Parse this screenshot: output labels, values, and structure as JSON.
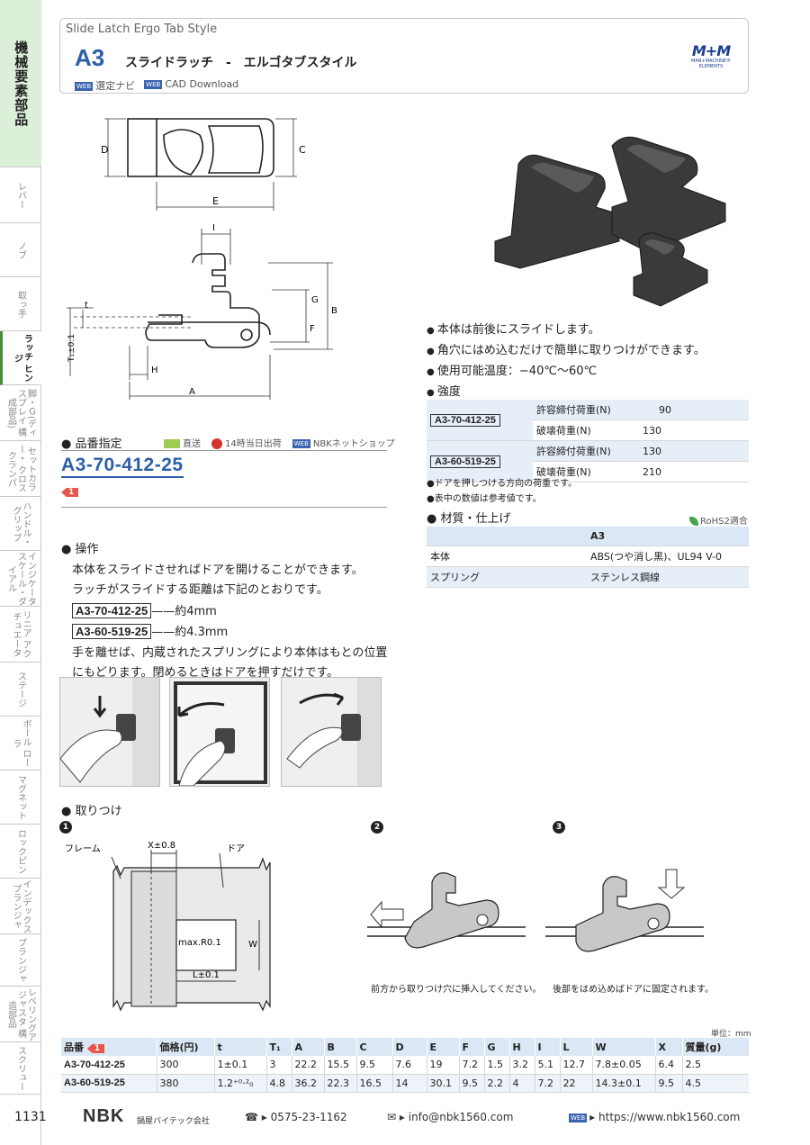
{
  "sidebar": {
    "main": "機械要素部品",
    "tabs": [
      "レバー",
      "ノブ",
      "取っ手",
      "ラッチ ヒンジ",
      "脚・Ｇ(ディスプレイ 構成部品)",
      "セットカラー・ クロスクランパ",
      "ハンドル・ グリップ",
      "インジケータ スケール・ダイアル",
      "リニア アクチュエータ",
      "ステージ",
      "ボール ローラ",
      "マグネット",
      "ロックピン",
      "インデックス プランジャ",
      "プランジャ",
      "レベリングアジャスタ 構造部品",
      "スクリュー"
    ]
  },
  "header": {
    "en_title": "Slide Latch Ergo Tab Style",
    "code": "A3",
    "jp_title": "スライドラッチ　-　エルゴタブスタイル",
    "link1": "選定ナビ",
    "link2": "CAD Download",
    "web": "WEB",
    "logo_main": "M+M",
    "logo_sub1": "MAN+MACHINE®",
    "logo_sub2": "ELEMENTS"
  },
  "dims": {
    "D": "D",
    "C": "C",
    "E": "E",
    "I": "I",
    "G": "G",
    "B": "B",
    "F": "F",
    "t": "t",
    "T": "T₁±0.1",
    "H": "H",
    "A": "A"
  },
  "features": [
    "本体は前後にスライドします。",
    "角穴にはめ込むだけで簡単に取りつけができます。",
    "使用可能温度：−40℃〜60℃",
    "強度"
  ],
  "strength": {
    "rows": [
      {
        "pn": "A3-70-412-25",
        "label": "許容締付荷重(N)",
        "value": "90"
      },
      {
        "pn": "",
        "label": "破壊荷重(N)",
        "value": "130"
      },
      {
        "pn": "A3-60-519-25",
        "label": "許容締付荷重(N)",
        "value": "130"
      },
      {
        "pn": "",
        "label": "破壊荷重(N)",
        "value": "210"
      }
    ]
  },
  "notes": [
    "●ドアを押しつける方向の荷重です。",
    "●表中の数値は参考値です。"
  ],
  "material": {
    "title": "●  材質・仕上げ",
    "rohs": "RoHS2適合",
    "header": "A3",
    "rows": [
      {
        "label": "本体",
        "value": "ABS(つや消し黒)、UL94 V-0"
      },
      {
        "label": "スプリング",
        "value": "ステンレス鋼線"
      }
    ]
  },
  "part": {
    "heading": "●  品番指定",
    "ship": "直送",
    "same_day": "14時当日出荷",
    "shop": "NBKネットショップ",
    "code": "A3-70-412-25",
    "flag": "1"
  },
  "operation": {
    "heading": "●  操作",
    "line1": "本体をスライドさせればドアを開けることができます。",
    "line2": "ラッチがスライドする距離は下記のとおりです。",
    "pn1": "A3-70-412-25",
    "dist1": "——約4mm",
    "pn2": "A3-60-519-25",
    "dist2": "——約4.3mm",
    "line3": "手を離せば、内蔵されたスプリングにより本体はもとの位置",
    "line4": "にもどります。閉めるときはドアを押すだけです。"
  },
  "attach": {
    "heading": "●  取りつけ",
    "n1": "1",
    "n2": "2",
    "n3": "3",
    "frame": "フレーム",
    "door": "ドア",
    "x": "X±0.8",
    "r": "max.R0.1",
    "w": "W",
    "l": "L±0.1",
    "cap2": "前方から取りつけ穴に挿入してください。",
    "cap3": "後部をはめ込めばドアに固定されます。"
  },
  "spec": {
    "unit": "単位：mm",
    "headers": [
      "品番",
      "価格(円)",
      "t",
      "T₁",
      "A",
      "B",
      "C",
      "D",
      "E",
      "F",
      "G",
      "H",
      "I",
      "L",
      "W",
      "X",
      "質量(g)"
    ],
    "rows": [
      [
        "A3-70-412-25",
        "300",
        "1±0.1",
        "3",
        "22.2",
        "15.5",
        "9.5",
        "7.6",
        "19",
        "7.2",
        "1.5",
        "3.2",
        "5.1",
        "12.7",
        "7.8±0.05",
        "6.4",
        "2.5"
      ],
      [
        "A3-60-519-25",
        "380",
        "1.2⁺⁰·²₀",
        "4.8",
        "36.2",
        "22.3",
        "16.5",
        "14",
        "30.1",
        "9.5",
        "2.2",
        "4",
        "7.2",
        "22",
        "14.3±0.1",
        "9.5",
        "4.5"
      ]
    ]
  },
  "footer": {
    "page": "1131",
    "brand": "NBK",
    "brand_sub": "鍋屋バイテック会社",
    "phone": "0575-23-1162",
    "email": "info@nbk1560.com",
    "url": "https://www.nbk1560.com"
  }
}
